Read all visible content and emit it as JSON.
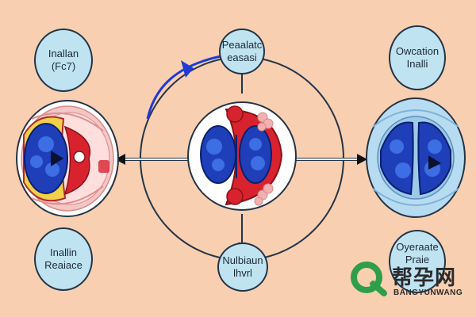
{
  "labels": {
    "top_center": [
      "Peaalatc",
      "easasi"
    ],
    "top_left": [
      "Inallan",
      "(Fc7)"
    ],
    "bottom_left": [
      "Inallin",
      "Reaiace"
    ],
    "bottom_center": [
      "Nulbiaun",
      "lhvrl"
    ],
    "top_right": [
      "Owcation",
      "Inalli"
    ],
    "bottom_right": [
      "Oyeraate",
      "Praie"
    ]
  },
  "watermark": {
    "text_cn": "帮孕网",
    "text_en": "BANGYUNWANG"
  },
  "colors": {
    "background": "#f9cfb1",
    "bubble": "#bfe3f1",
    "outline": "#243447",
    "deep_blue": "#1f3fb8",
    "red": "#d8232f",
    "pink": "#f2b0b0",
    "arrow_blue": "#1e3ad8",
    "watermark_green": "#2f9e4a"
  }
}
